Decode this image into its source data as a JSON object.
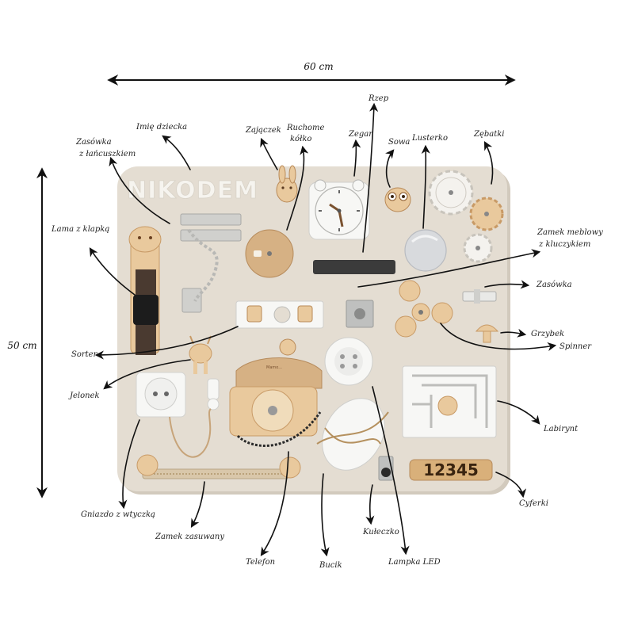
{
  "dimensions": {
    "width": "60 cm",
    "height": "50 cm"
  },
  "board": {
    "name": "NIKODEM",
    "counter": "12345",
    "dial_text": "Mamo...",
    "colors": {
      "board": "#e4ddd2",
      "wood": "#e9c99d",
      "wood_dark": "#c89a66",
      "white": "#f7f7f5",
      "metal": "#c9c9c6"
    }
  },
  "labels": {
    "name": "Imię dziecka",
    "chain_lock_1": "Zasówka",
    "chain_lock_2": "z łańcuszkiem",
    "bunny": "Zajączek",
    "wheel_1": "Ruchome",
    "wheel_2": "kółko",
    "clock": "Zegar",
    "zip": "Rzep",
    "owl": "Sowa",
    "mirror": "Lusterko",
    "gears": "Zębatki",
    "llama": "Lama z klapką",
    "furniture_lock_1": "Zamek meblowy",
    "furniture_lock_2": "z kluczykiem",
    "latch": "Zasówka",
    "mushroom": "Grzybek",
    "spinner": "Spinner",
    "sorter": "Sorter",
    "deer": "Jelonek",
    "maze": "Labirynt",
    "socket": "Gniazdo z wtyczką",
    "zipper": "Zamek zasuwany",
    "phone": "Telefon",
    "shoe": "Bucik",
    "wheel_small": "Kułeczko",
    "led": "Lampka LED",
    "digits": "Cyferki"
  }
}
